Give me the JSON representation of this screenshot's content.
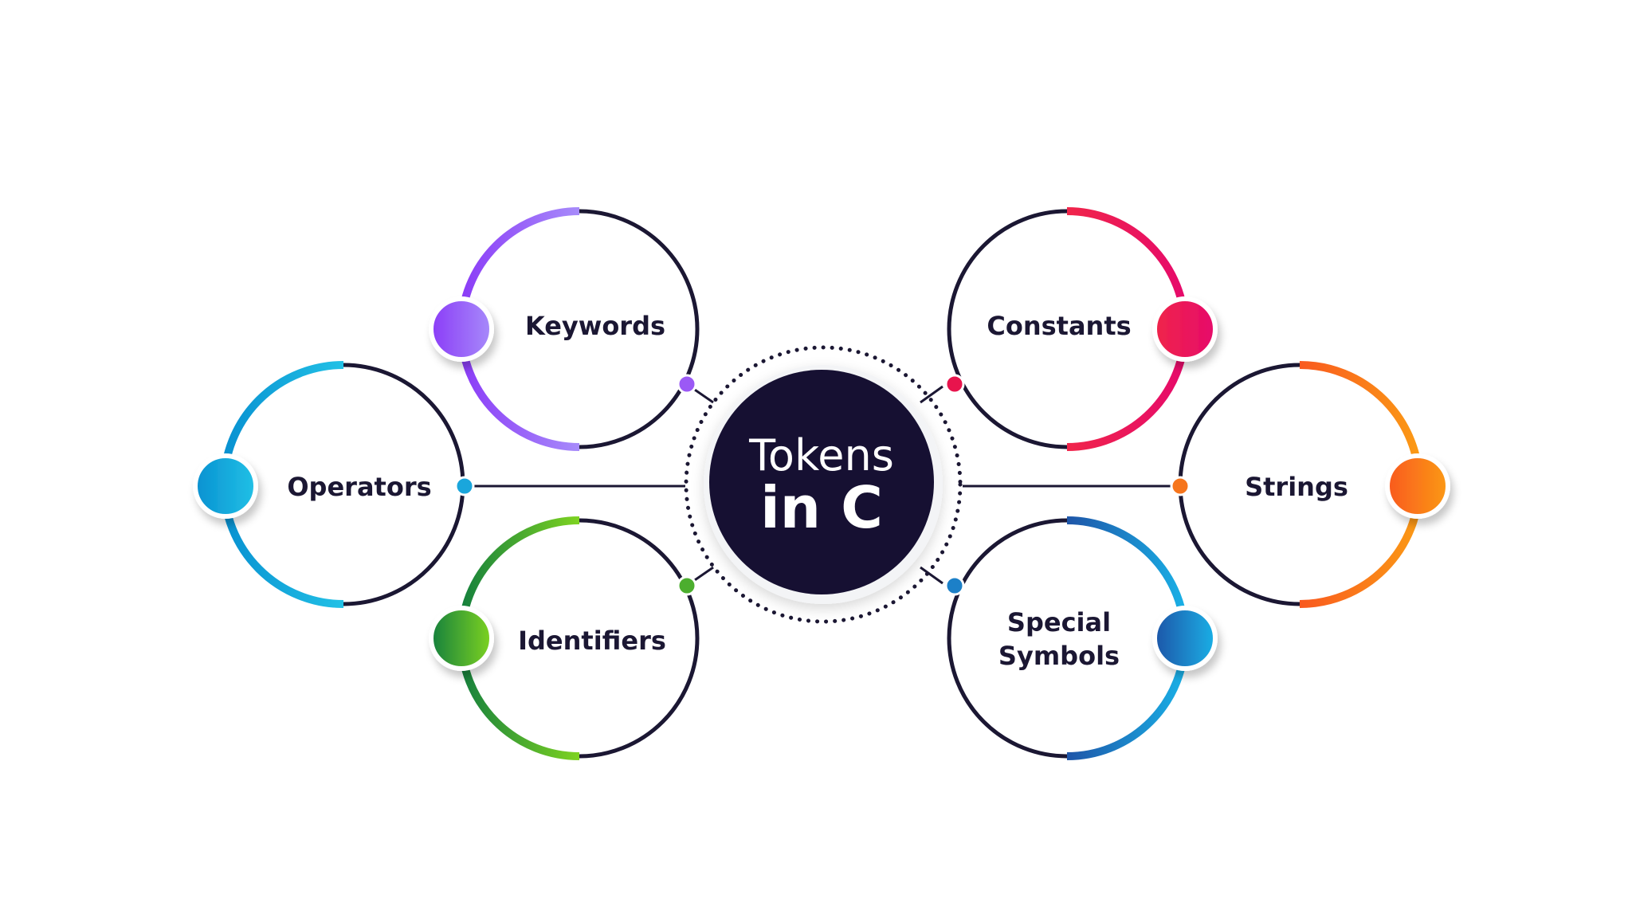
{
  "center": {
    "line1": "Tokens",
    "line2": "in C"
  },
  "nodes": [
    {
      "id": "keywords",
      "lines": [
        "Keywords"
      ],
      "color_start": "#8b3cf7",
      "color_end": "#a78bfa"
    },
    {
      "id": "operators",
      "lines": [
        "Operators"
      ],
      "color_start": "#0891d1",
      "color_end": "#22c1e6"
    },
    {
      "id": "identifiers",
      "lines": [
        "Identifiers"
      ],
      "color_start": "#15803d",
      "color_end": "#7ed321"
    },
    {
      "id": "constants",
      "lines": [
        "Constants"
      ],
      "color_start": "#f0254a",
      "color_end": "#e60a6b"
    },
    {
      "id": "strings",
      "lines": [
        "Strings"
      ],
      "color_start": "#f9591f",
      "color_end": "#fb9a15"
    },
    {
      "id": "special-symbols",
      "lines": [
        "Special",
        "Symbols"
      ],
      "color_start": "#1e55a8",
      "color_end": "#19b0e6"
    }
  ],
  "colors": {
    "dark": "#1b1733",
    "center_fill": "#161032"
  }
}
